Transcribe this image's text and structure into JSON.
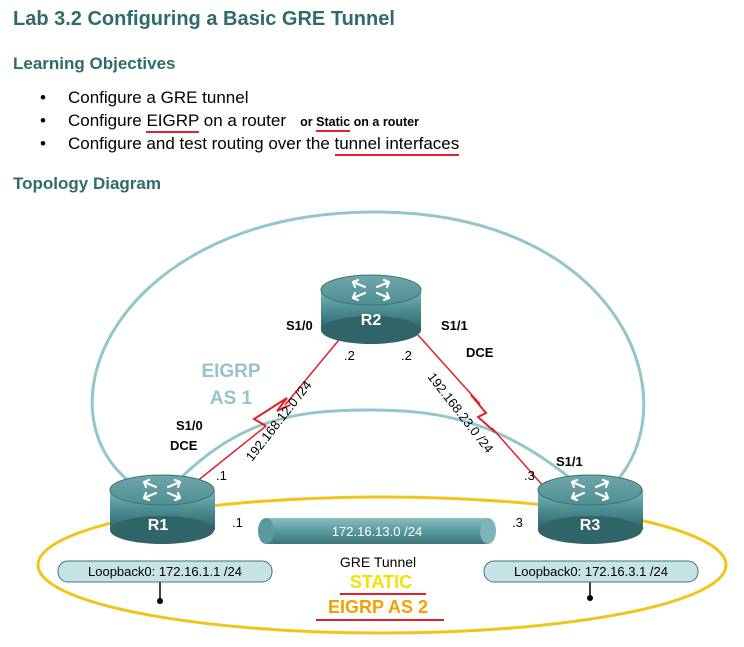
{
  "title": "Lab 3.2 Configuring a Basic GRE Tunnel",
  "objectives_heading": "Learning Objectives",
  "objectives": {
    "item1": "Configure a GRE tunnel",
    "item2_prefix": "Configure ",
    "item2_underlined": "EIGRP",
    "item2_suffix": " on a router",
    "item2_note_prefix": "or ",
    "item2_note_underlined": "Static",
    "item2_note_suffix": " on a router",
    "item3_prefix": "Configure and test routing over the ",
    "item3_underlined": "tunnel interfaces"
  },
  "topology_heading": "Topology Diagram",
  "diagram": {
    "routers": {
      "r1": "R1",
      "r2": "R2",
      "r3": "R3"
    },
    "labels": {
      "r2_s10": "S1/0",
      "r2_s11": "S1/1",
      "r2_dot2_left": ".2",
      "r2_dot2_right": ".2",
      "r2_dce": "DCE",
      "r1_s10": "S1/0",
      "r1_dce": "DCE",
      "r1_dot1_top": ".1",
      "r1_dot1_tunnel": ".1",
      "r3_s11": "S1/1",
      "r3_dot3_top": ".3",
      "r3_dot3_tunnel": ".3",
      "net_r1_r2": "192.168.12.0 /24",
      "net_r2_r3": "192.168.23.0 /24",
      "tunnel_net": "172.16.13.0 /24",
      "gre_tunnel": "GRE Tunnel",
      "static": "STATIC",
      "eigrp_as2": "EIGRP AS 2",
      "eigrp_as1_line1": "EIGRP",
      "eigrp_as1_line2": "AS 1",
      "loopback_r1": "Loopback0: 172.16.1.1 /24",
      "loopback_r3": "Loopback0: 172.16.3.1 /24"
    },
    "colors": {
      "heading": "#2f6b6d",
      "eigrp_as1_zone": "#93c5cb",
      "eigrp_as2_zone": "#f2c41a",
      "serial_link": "#e0202a",
      "annotation_underline": "#e0202a",
      "static_text": "#f5e000",
      "eigrp_as2_text": "#f59f00",
      "router_body": "#4b8d91",
      "loopback_box": "#c7e3e5"
    }
  }
}
